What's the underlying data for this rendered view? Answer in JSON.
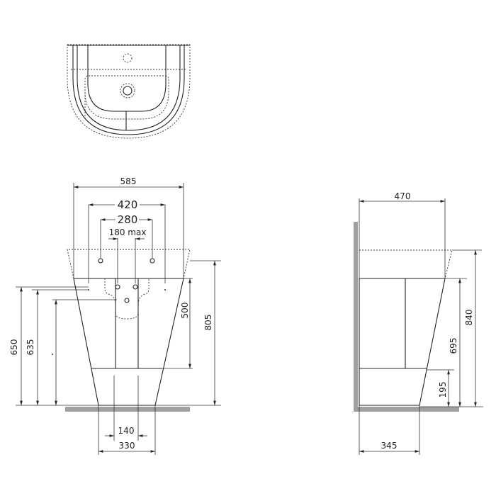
{
  "front_view": {
    "width_overall": "585",
    "mount_spacing_outer": "420",
    "tap_spacing": "280",
    "mount_spacing_inner": "180 max",
    "base_width": "330",
    "base_gap": "140",
    "height_650": "650",
    "height_635": "635",
    "pedestal_height": "500",
    "rim_height": "805"
  },
  "side_view": {
    "depth_overall": "470",
    "base_depth": "345",
    "height_840": "840",
    "height_695": "695",
    "height_195": "195"
  },
  "colors": {
    "line": "#222222",
    "floor_wall": "#a0a0a0"
  }
}
